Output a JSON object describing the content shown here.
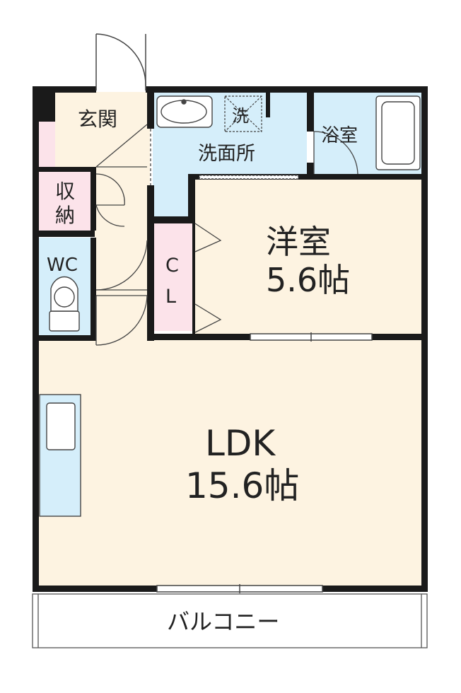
{
  "floorplan": {
    "rooms": {
      "genkan": "玄関",
      "shuno_1": "収",
      "shuno_2": "納",
      "wc": "WC",
      "senmenjo": "洗面所",
      "sen": "洗",
      "yokushitsu": "浴室",
      "closet_1": "C",
      "closet_2": "L",
      "yoshitsu_name": "洋室",
      "yoshitsu_size": "5.6帖",
      "ldk_name": "LDK",
      "ldk_size": "15.6帖",
      "balcony": "バルコニー"
    },
    "colors": {
      "wall": "#1a1a1a",
      "floor_wood": "#fdf3e1",
      "wet_area": "#d5eefa",
      "storage": "#fce3ea",
      "line": "#444444"
    }
  }
}
